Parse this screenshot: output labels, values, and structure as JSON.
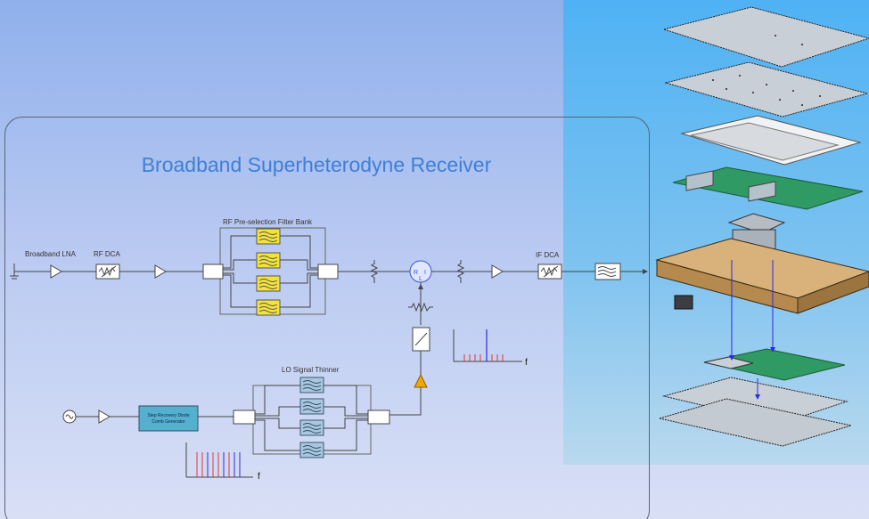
{
  "title": "Broadband Superheterodyne Receiver",
  "labels": {
    "lna": "Broadband LNA",
    "rf_dca": "RF DCA",
    "filter_bank": "RF Pre-selection Filter Bank",
    "if_dca": "IF DCA",
    "lo_thinner": "LO Signal Thinner",
    "comb_generator": "Step Recovery Diode Comb Generator",
    "spectrum_axis_1": "f",
    "spectrum_axis_2": "f"
  },
  "colors": {
    "background_top": "#8fb0ec",
    "right_panel": "#4fb2f4",
    "title_color": "#3f7fd6",
    "filter_yellow": "#f3e23b",
    "lo_filter_blue": "#a9c7de",
    "comb_box": "#55b0cf",
    "amp_orange": "#f0a800",
    "line_blue": "#2b2be0",
    "line_red": "#e0343a",
    "cad_pcb": "#2f9a63",
    "cad_chassis": "#d8b27a",
    "cad_plate": "#c9cfd6"
  }
}
